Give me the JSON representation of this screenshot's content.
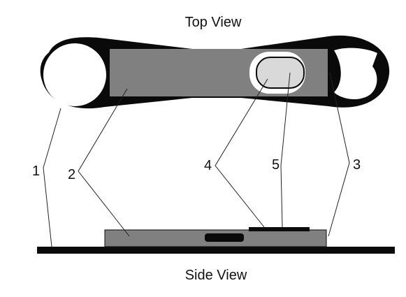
{
  "diagram": {
    "top_view_label": "Top View",
    "side_view_label": "Side View",
    "callouts": [
      "1",
      "2",
      "3",
      "4",
      "5"
    ]
  },
  "colors": {
    "frame": "#0a0a0a",
    "plate": "#808080",
    "window_outline": "#ffffff",
    "window_fill": "#d9d9d9",
    "leader": "#222222"
  }
}
